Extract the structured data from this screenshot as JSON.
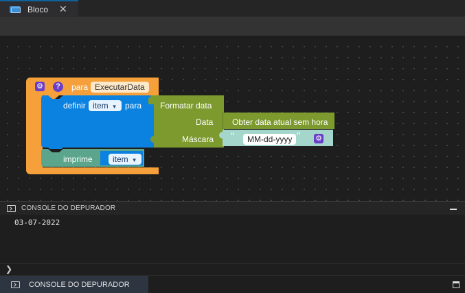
{
  "tab": {
    "label": "Bloco",
    "close": "✕"
  },
  "blocks": {
    "procedure": {
      "keyword": "para",
      "name": "ExecutarData"
    },
    "set": {
      "keyword": "definir",
      "variable": "item",
      "to": "para"
    },
    "format_date": {
      "label": "Formatar data",
      "date_label": "Data",
      "mask_label": "Máscara"
    },
    "current_date": {
      "label": "Obter data atual sem hora"
    },
    "mask_text": {
      "open_quote": "“",
      "value": "MM-dd-yyyy",
      "close_quote": "”"
    },
    "print": {
      "keyword": "imprime",
      "variable": "item"
    }
  },
  "console": {
    "title": "CONSOLE DO DEPURADOR",
    "output": "03-07-2022",
    "prompt": "❯"
  },
  "statusbar": {
    "label": "CONSOLE DO DEPURADOR"
  },
  "colors": {
    "procedure": "#f5a03a",
    "variables": "#0b82e0",
    "date": "#7d9a2e",
    "text": "#a5d6cc",
    "print": "#5ba58c",
    "gear": "#6a3ec9"
  }
}
